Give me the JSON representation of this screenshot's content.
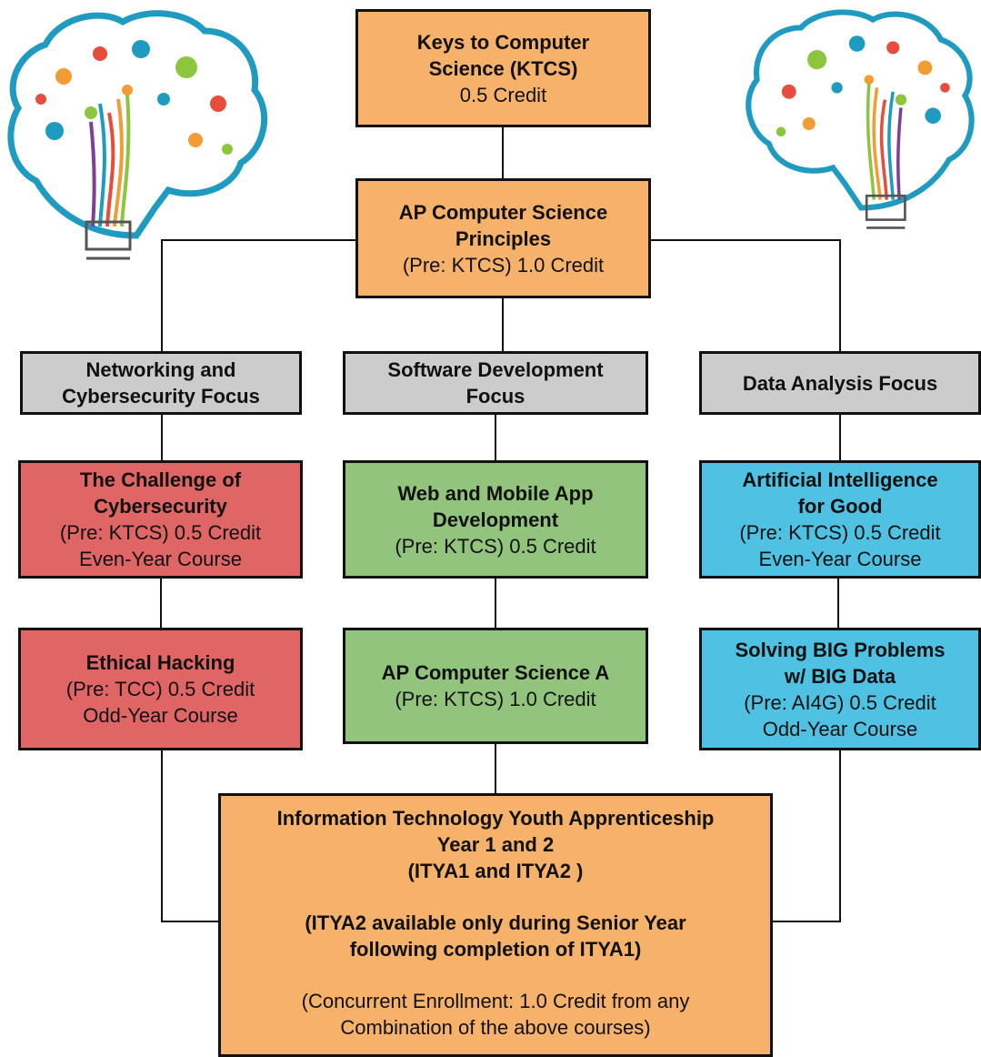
{
  "colors": {
    "orange": "#f6b26b",
    "gray": "#cccccc",
    "red": "#e06666",
    "green": "#93c47d",
    "blue": "#4fc2e3",
    "line": "#111111"
  },
  "icons": [
    "brain-tree-icon"
  ],
  "ktcs": {
    "title_1": "Keys to Computer",
    "title_2": "Science (KTCS)",
    "credit": "0.5 Credit"
  },
  "apcsp": {
    "title_1": "AP Computer Science",
    "title_2": "Principles",
    "credit": "(Pre: KTCS) 1.0 Credit"
  },
  "focus": {
    "networking": {
      "line_1": "Networking and",
      "line_2": "Cybersecurity Focus"
    },
    "software": {
      "line_1": "Software Development",
      "line_2": "Focus"
    },
    "data": {
      "line_1": "Data Analysis Focus"
    }
  },
  "courses": {
    "cybersecurity": {
      "title_1": "The Challenge of",
      "title_2": "Cybersecurity",
      "credit": "(Pre: KTCS) 0.5 Credit",
      "term": "Even-Year Course"
    },
    "webapp": {
      "title_1": "Web and Mobile App",
      "title_2": "Development",
      "credit": "(Pre: KTCS) 0.5 Credit"
    },
    "ai": {
      "title_1": "Artificial Intelligence",
      "title_2": "for Good",
      "credit": "(Pre: KTCS) 0.5 Credit",
      "term": "Even-Year Course"
    },
    "hacking": {
      "title_1": "Ethical Hacking",
      "credit": "(Pre: TCC) 0.5 Credit",
      "term": "Odd-Year Course"
    },
    "apcsa": {
      "title_1": "AP Computer Science A",
      "credit": "(Pre: KTCS) 1.0 Credit"
    },
    "bigdata": {
      "title_1": "Solving BIG Problems",
      "title_2": "w/ BIG Data",
      "credit": "(Pre: AI4G) 0.5 Credit",
      "term": "Odd-Year Course"
    }
  },
  "itya": {
    "title_1": "Information Technology Youth Apprenticeship",
    "title_2": "Year 1 and 2",
    "title_3": "(ITYA1 and ITYA2 )",
    "note_1": "(ITYA2 available only during Senior Year",
    "note_2": "following completion of ITYA1)",
    "enroll_1": "(Concurrent Enrollment: 1.0 Credit from any",
    "enroll_2": "Combination of the above courses)"
  }
}
